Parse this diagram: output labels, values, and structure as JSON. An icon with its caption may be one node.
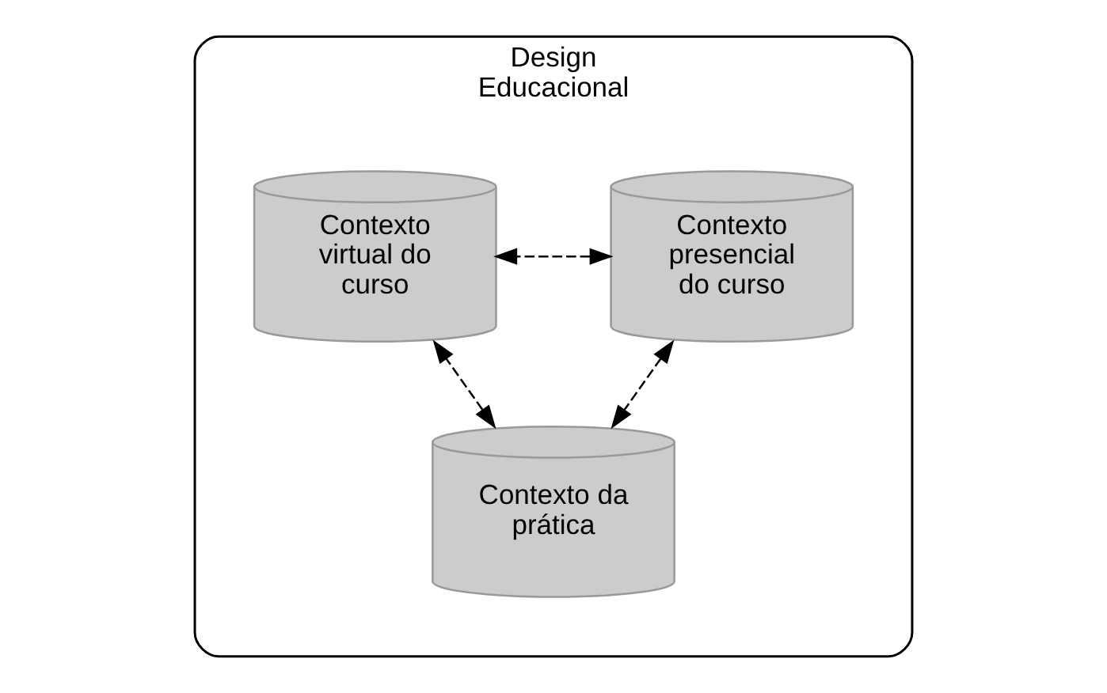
{
  "diagram": {
    "nodes": [
      {
        "text": [
          "Design Educacional"
        ]
      },
      {
        "text": [
          "Contexto presencial do curso"
        ],
        "in": 0
      },
      {
        "text": [
          "Contexto virtual do curso"
        ],
        "in": 0
      },
      {
        "text": [
          "Contexto da prática"
        ],
        "in": 0
      }
    ],
    "edges": [
      {
        "from": 1,
        "to": 2,
        "arrow": "both",
        "style": "dashed"
      },
      {
        "from": 1,
        "to": 3,
        "arrow": "both",
        "style": "dashed"
      },
      {
        "from": 3,
        "to": 2,
        "arrow": "both",
        "style": "dashed"
      }
    ]
  }
}
